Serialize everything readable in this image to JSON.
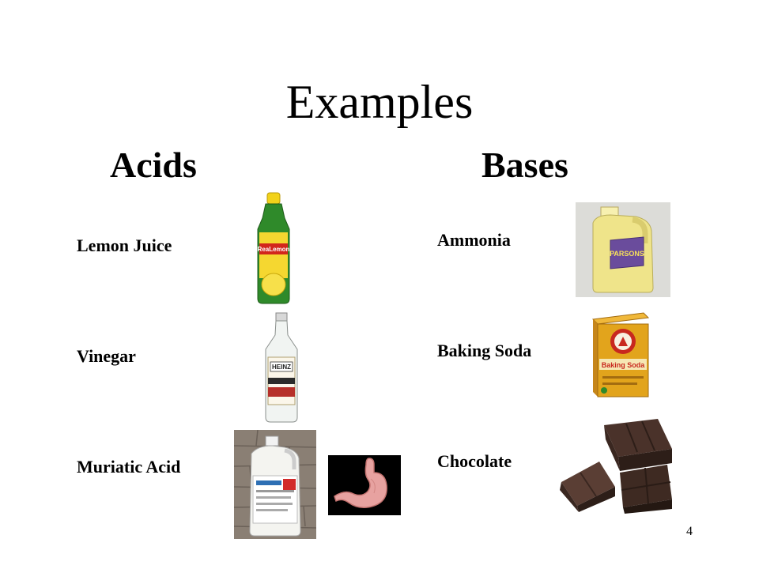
{
  "slide": {
    "title": "Examples",
    "page_number": "4"
  },
  "acids": {
    "heading": "Acids",
    "items": [
      {
        "label": "Lemon Juice",
        "icon": "lemon-juice-bottle-icon",
        "bottle_text": "ReaLemon"
      },
      {
        "label": "Vinegar",
        "icon": "vinegar-bottle-icon",
        "bottle_text": "HEINZ"
      },
      {
        "label": "Muriatic Acid",
        "icon": "muriatic-acid-jug-icon"
      }
    ],
    "extra_icon": "stomach-icon"
  },
  "bases": {
    "heading": "Bases",
    "items": [
      {
        "label": "Ammonia",
        "icon": "ammonia-jug-icon"
      },
      {
        "label": "Baking Soda",
        "icon": "baking-soda-box-icon",
        "box_text": "Baking Soda"
      },
      {
        "label": "Chocolate",
        "icon": "chocolate-icon"
      }
    ]
  },
  "colors": {
    "lemon_yellow": "#f2d21a",
    "bottle_green": "#2f8a2a",
    "soda_orange": "#e2a41c",
    "soda_red": "#c8281e",
    "chocolate": "#3e2a22",
    "stomach_pink": "#e7a2a0"
  }
}
